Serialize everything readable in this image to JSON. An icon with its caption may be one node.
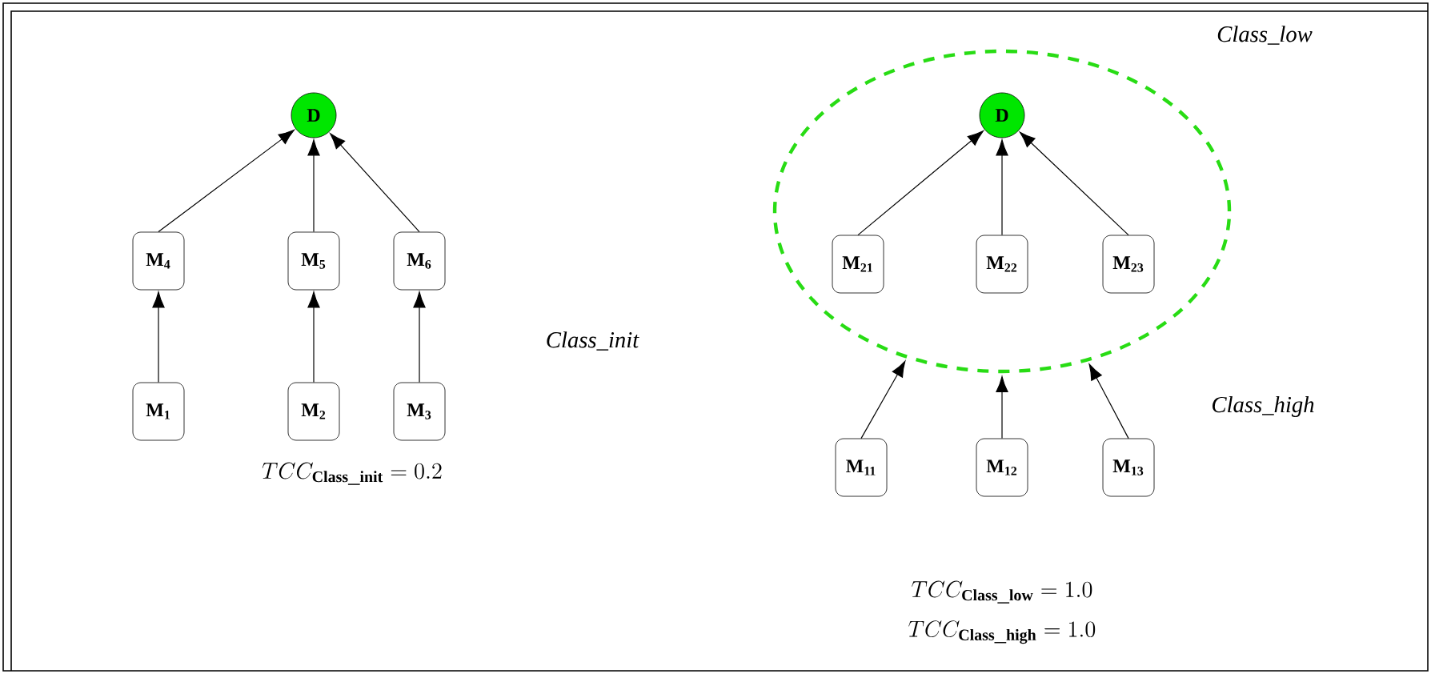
{
  "diagram": {
    "nodes": [
      {
        "text": [
          "D"
        ]
      },
      {
        "text": [
          "M$_{4}$"
        ]
      },
      {
        "text": [
          "M$_{5}$"
        ]
      },
      {
        "text": [
          "M$_{6}$"
        ]
      },
      {
        "text": [
          "M$_{1}$"
        ]
      },
      {
        "text": [
          "M$_{2}$"
        ]
      },
      {
        "text": [
          "M$_{3}$"
        ]
      },
      {
        "text": [
          "Class_low"
        ]
      },
      {
        "text": [
          "D"
        ],
        "in": 7
      },
      {
        "text": [
          "M$_{21}$"
        ],
        "in": 7
      },
      {
        "text": [
          "M$_{22}$"
        ],
        "in": 7
      },
      {
        "text": [
          "M$_{23}$"
        ],
        "in": 7
      },
      {
        "text": [
          "M$_{11}$"
        ]
      },
      {
        "text": [
          "M$_{12}$"
        ]
      },
      {
        "text": [
          "M$_{13}$"
        ]
      }
    ],
    "edges": [
      {
        "from": 1,
        "to": 0,
        "arrow": "to"
      },
      {
        "from": 2,
        "to": 0,
        "arrow": "to"
      },
      {
        "from": 3,
        "to": 0,
        "arrow": "to"
      },
      {
        "from": 4,
        "to": 1,
        "arrow": "to"
      },
      {
        "from": 5,
        "to": 2,
        "arrow": "to"
      },
      {
        "from": 6,
        "to": 3,
        "arrow": "to"
      },
      {
        "from": 9,
        "to": 8,
        "arrow": "to"
      },
      {
        "from": 10,
        "to": 8,
        "arrow": "to"
      },
      {
        "from": 11,
        "to": 8,
        "arrow": "to"
      },
      {
        "from": 12,
        "to": 7,
        "arrow": "to"
      },
      {
        "from": 13,
        "to": 7,
        "arrow": "to"
      },
      {
        "from": 14,
        "to": 7,
        "arrow": "to"
      }
    ],
    "labels": [
      "Class_init",
      "Class_high",
      "TCC_{\\mathbf{Class\\_init}} = 0.2",
      "TCC_{\\mathbf{Class\\_low}} = 1.0",
      "TCC_{\\mathbf{Class\\_high}} = 1.0"
    ]
  }
}
